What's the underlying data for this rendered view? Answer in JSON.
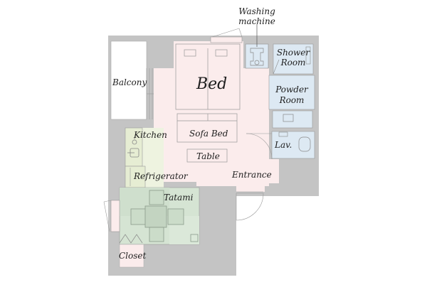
{
  "floor_plan": {
    "colors": {
      "wall": "#c4c4c4",
      "room_pink": "#fbecec",
      "bath_blue": "#dde9f3",
      "kitchen_green": "#eef3e0",
      "tatami_green": "#d5e4d3",
      "line": "#8a8f8c",
      "text": "#1e1e1e"
    },
    "rooms": {
      "balcony": "Balcony",
      "bed": "Bed",
      "sofa_bed": "Sofa Bed",
      "table": "Table",
      "kitchen": "Kitchen",
      "refrigerator": "Refrigerator",
      "tatami": "Tatami",
      "closet": "Closet",
      "entrance": "Entrance",
      "lav": "Lav.",
      "powder_room_line1": "Powder",
      "powder_room_line2": "Room",
      "shower_room_line1": "Shower",
      "shower_room_line2": "Room",
      "washing_machine_line1": "Washing",
      "washing_machine_line2": "machine"
    }
  }
}
